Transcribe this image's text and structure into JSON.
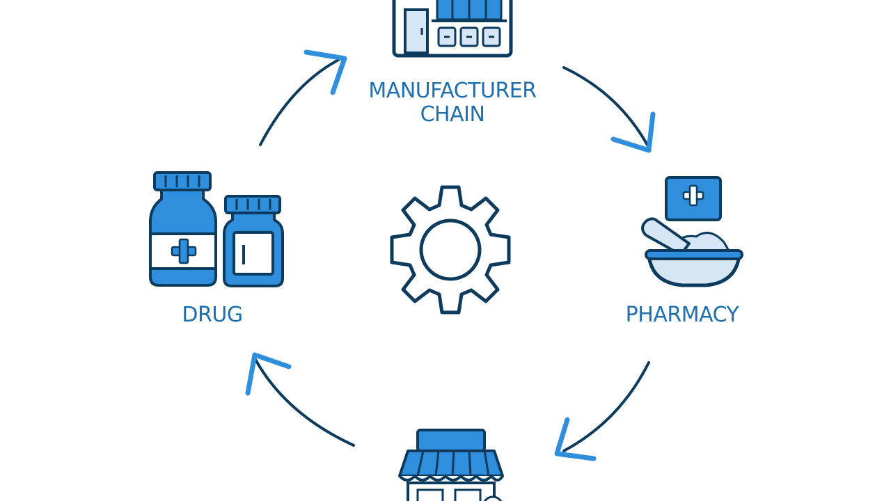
{
  "diagram": {
    "nodes": [
      {
        "id": "manufacturer",
        "label_line1": "MANUFACTURER",
        "label_line2": "CHAIN",
        "icon": "factory-icon"
      },
      {
        "id": "pharmacy",
        "label": "PHARMACY",
        "icon": "mortar-pestle-icon"
      },
      {
        "id": "retail",
        "label": "",
        "icon": "storefront-icon"
      },
      {
        "id": "drug",
        "label": "DRUG",
        "icon": "medicine-bottles-icon"
      }
    ],
    "center_icon": "gear-icon",
    "flow": "clockwise"
  },
  "colors": {
    "outline": "#0d3b5e",
    "fill": "#2f8fdc",
    "light_fill": "#d6e6f5",
    "arrow_head": "#2f8fdc",
    "text": "#1f6fae"
  }
}
